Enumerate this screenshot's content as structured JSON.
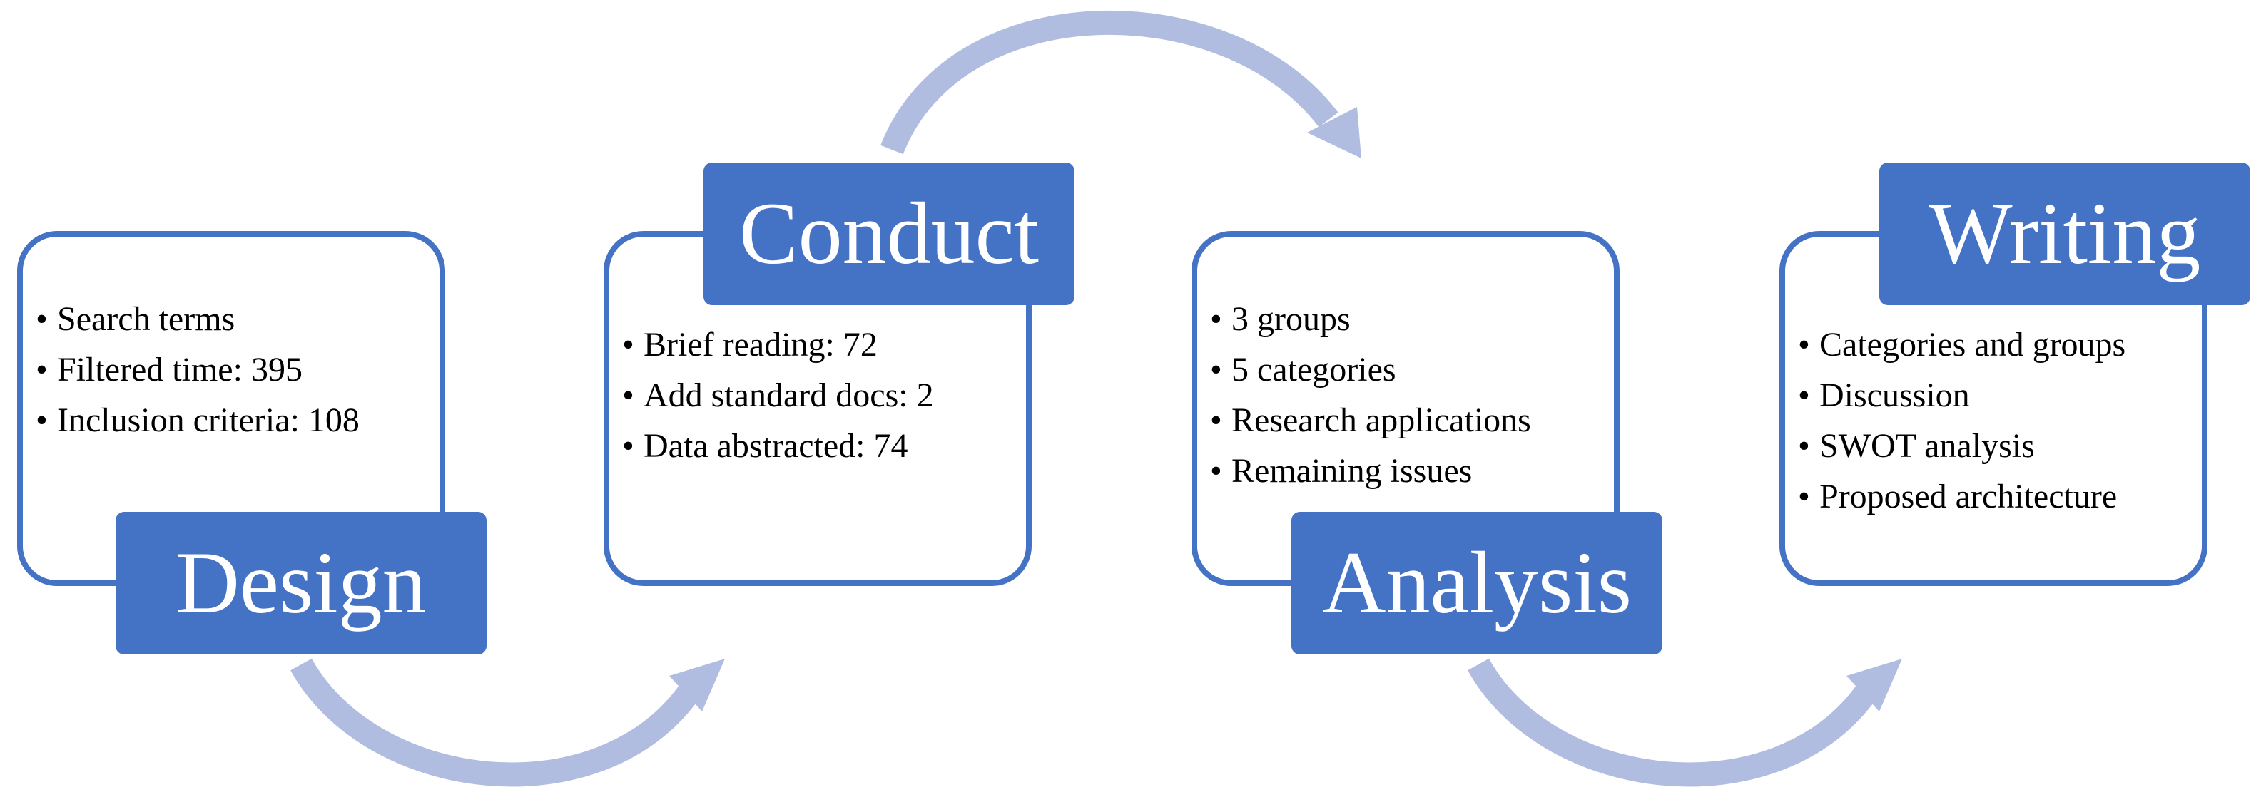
{
  "colors": {
    "box_fill": "#4472c4",
    "box_border": "#4472c4",
    "arrow": "#b1bde0",
    "label_text": "#ffffff",
    "bullet_text": "#000000"
  },
  "stages": [
    {
      "title": "Design",
      "items": [
        "Search terms",
        "Filtered time: 395",
        "Inclusion criteria: 108"
      ]
    },
    {
      "title": "Conduct",
      "items": [
        "Brief reading: 72",
        "Add standard docs: 2",
        "Data abstracted: 74"
      ]
    },
    {
      "title": "Analysis",
      "items": [
        "3 groups",
        "5 categories",
        "Research applications",
        "Remaining issues"
      ]
    },
    {
      "title": "Writing",
      "items": [
        "Categories and groups",
        "Discussion",
        "SWOT analysis",
        "Proposed architecture"
      ]
    }
  ]
}
